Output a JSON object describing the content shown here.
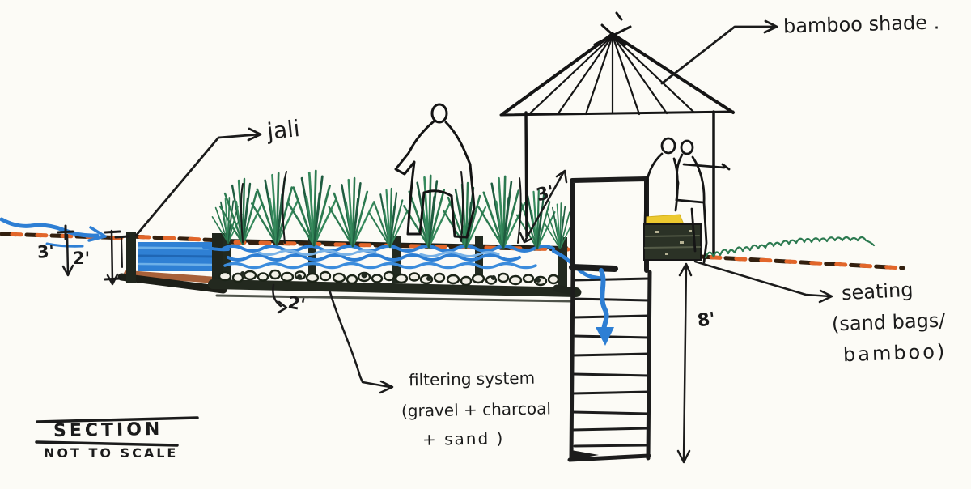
{
  "annotations": {
    "bamboo_shade": "bamboo shade .",
    "jali": "jali",
    "filtering": {
      "line1": "filtering system",
      "line2": "(gravel + charcoal",
      "line3": "+ sand )"
    },
    "seating": {
      "line1": "seating",
      "line2": "(sand bags/",
      "line3": "bamboo)"
    }
  },
  "dimensions": {
    "inlet_depth": "3'",
    "inlet_step": "2'",
    "bed_depth": "2'",
    "parapet_height": "3'",
    "well_depth": "8'"
  },
  "titleblock": {
    "title": "SECTION",
    "note": "NOT TO SCALE"
  },
  "legend_colors": {
    "ink": "#1b1b1b",
    "water_blue": "#2e7fd4",
    "ground_orange": "#e2662a",
    "plant_green": "#2c7a50",
    "soil_brown": "#a8613a",
    "cushion_yellow": "#ecc92f"
  }
}
